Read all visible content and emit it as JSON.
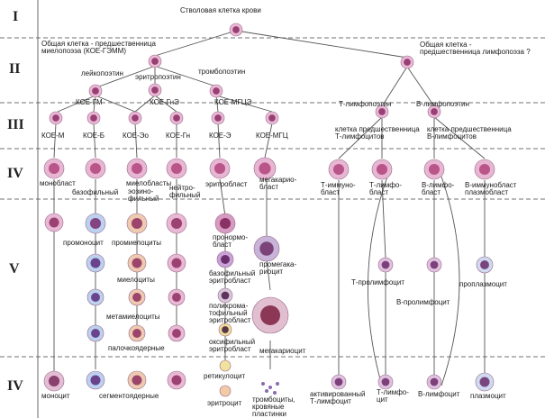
{
  "stages": [
    "I",
    "II",
    "III",
    "IV",
    "V",
    "IV"
  ],
  "labels": {
    "stem": "Стволовая клетка крови",
    "myelo_pre": "Общая клетка - предшественница\nмиелопоэза (КОЕ-ГЭММ)",
    "lympho_pre": "Общая клетка -\nпредшественница лимфопоэза ?",
    "leuko": "лейкопоэтин",
    "erythro": "эритропоэтин",
    "thrombo": "тромбопоэтин",
    "koe_gm": "КОЕ-ГМ",
    "koe_gne": "КОЕ-ГнЭ",
    "koe_megce": "КОЕ-МГЦЭ",
    "t_lympho": "Т-лимфопоэтин",
    "b_lympho": "В-лимфопоэтин",
    "koe_m": "КОЕ-М",
    "koe_b": "КОЕ-Б",
    "koe_eo": "КОЕ-Эо",
    "koe_gn": "КОЕ-Гн",
    "koe_e": "КОЕ-Э",
    "koe_mgc": "КОЕ-МГЦ",
    "t_pre": "клетка предшественница\nТ-лимфоцитов",
    "b_pre": "клетка предшественница\nВ-лимфоцитов",
    "monoblast": "монобласт",
    "myeloblasts": "миелобласты",
    "bazo": "базофильный",
    "eozino": "эозино-\nфильный",
    "neutro": "нейтро-\nфильный",
    "erythroblast": "эритробласт",
    "megakaryoblast": "мегакарио-\nбласт",
    "t_immuno": "Т-иммуно-\nбласт",
    "t_lymphoblast": "Т-лимфо-\nбласт",
    "b_lymphoblast": "В-лимфо-\nбласт",
    "b_immuno": "В-иммунобласт\nплазмобласт",
    "promonocyte": "промоноцит",
    "promyelocytes": "промиелоциты",
    "pronormoblast": "пронормо-\nбласт",
    "promegakaryocyte": "промегака-\nриоцит",
    "myelocytes": "миелоциты",
    "baso_normoblast": "базофильный\nэритробласт",
    "metamyelocytes": "метамиелоциты",
    "poly_erythro": "полихрома-\nтофильный\nэритробласт",
    "band_seg": "палочкоядерные",
    "oxy_erythro": "оксифильный\nэритробласт",
    "megakaryocyte": "мегакариоцит",
    "t_prolymph": "Т-пролимфоцит",
    "b_prolymph": "В-пролимфоцит",
    "proplasmocyte": "проплазмоцит",
    "reticulocyte": "ретикулоцит",
    "monocyte": "моноцит",
    "segmented": "сегментоядерные",
    "erythrocyte": "эритроцит",
    "platelets": "тромбоциты,\nкровяные\nпластинки",
    "activated_t": "активированный\nТ-лимфоцит",
    "t_lymphocyte": "Т-лимфо-\nцит",
    "b_lymphocyte": "В-лимфоцит",
    "plasmocyte": "плазмоцит"
  },
  "colors": {
    "line": "#555555",
    "dash": "#444444",
    "nucleus": "#6b1f4a",
    "cyto": "#d9a3c7"
  }
}
